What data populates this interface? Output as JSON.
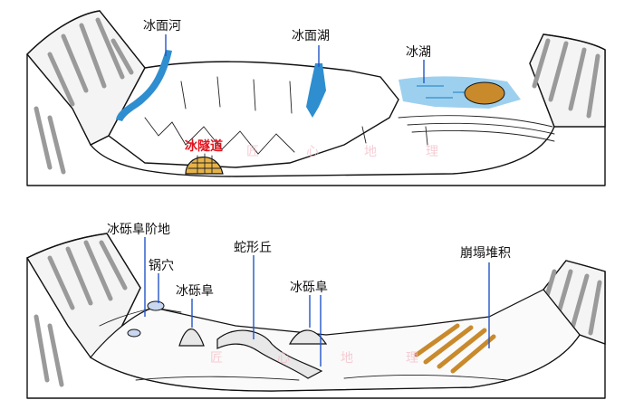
{
  "top": {
    "labels": {
      "surface_river": "冰面河",
      "surface_lake": "冰面湖",
      "ice_lake": "冰湖",
      "ice_tunnel": "冰隧道"
    }
  },
  "bottom": {
    "labels": {
      "kame_terrace": "冰砾阜阶地",
      "kettle": "锅穴",
      "kame_left": "冰砾阜",
      "esker": "蛇形丘",
      "kame_right": "冰砾阜",
      "collapse_deposit": "崩塌堆积"
    }
  },
  "watermark": [
    "匠",
    "心",
    "地",
    "理"
  ],
  "colors": {
    "leader": "#2255c8",
    "water": "#2f8ecf",
    "tunnel_highlight": "#e0141e",
    "deposit": "#c98a2c",
    "rock_shade": "#9a9a9a"
  }
}
